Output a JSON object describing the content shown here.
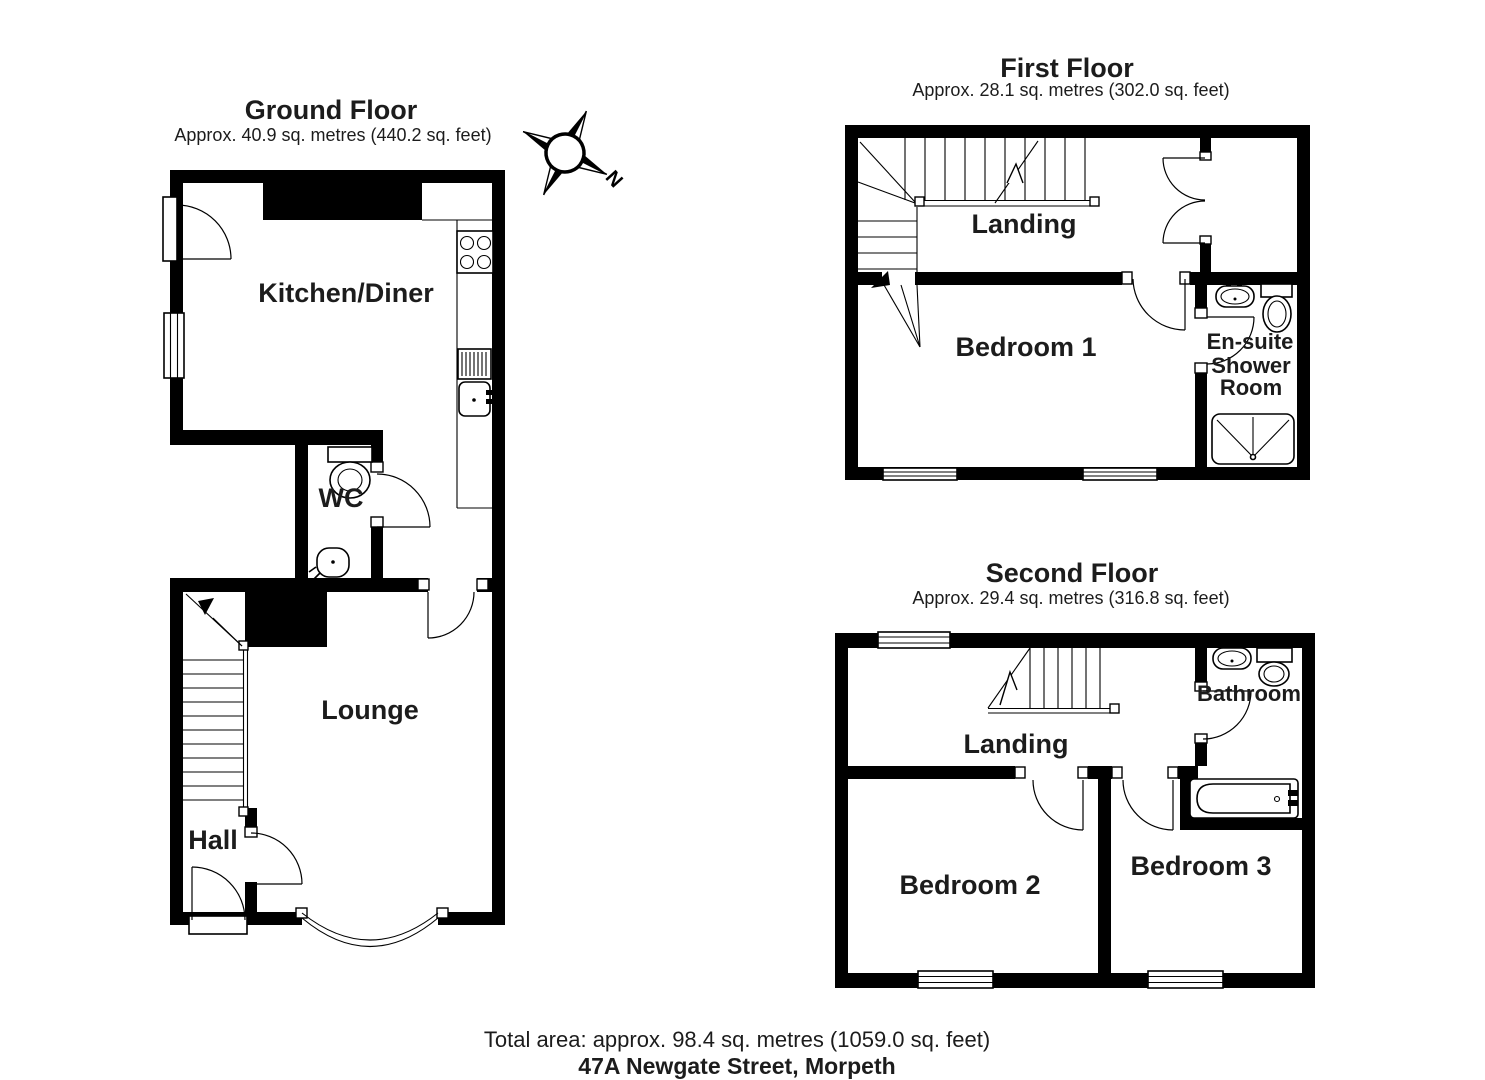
{
  "page": {
    "background": "#ffffff",
    "wall_color": "#000000",
    "text_color": "#1c1c1c"
  },
  "floors": {
    "ground": {
      "title": "Ground Floor",
      "subtitle": "Approx. 40.9 sq. metres (440.2 sq. feet)",
      "rooms": {
        "kitchen": "Kitchen/Diner",
        "wc": "WC",
        "lounge": "Lounge",
        "hall": "Hall"
      },
      "fixtures": [
        "stairs",
        "hob",
        "kitchen-sink",
        "worktop",
        "toilet",
        "hand-basin",
        "bay-window",
        "entrance-door",
        "side-door",
        "window"
      ]
    },
    "first": {
      "title": "First Floor",
      "subtitle": "Approx. 28.1 sq. metres (302.0 sq. feet)",
      "rooms": {
        "landing": "Landing",
        "bedroom1": "Bedroom 1",
        "ensuite_lines": [
          "En-suite",
          "Shower",
          "Room"
        ]
      },
      "fixtures": [
        "stairs",
        "wash-basin",
        "toilet",
        "shower",
        "cupboard-double-doors",
        "windows"
      ]
    },
    "second": {
      "title": "Second Floor",
      "subtitle": "Approx. 29.4 sq. metres (316.8 sq. feet)",
      "rooms": {
        "landing": "Landing",
        "bathroom": "Bathroom",
        "bedroom2": "Bedroom 2",
        "bedroom3": "Bedroom 3"
      },
      "fixtures": [
        "stairs",
        "wash-basin",
        "toilet",
        "bath",
        "windows"
      ]
    }
  },
  "compass": {
    "label": "N"
  },
  "footer": {
    "total_area": "Total area: approx. 98.4 sq. metres (1059.0 sq. feet)",
    "address": "47A Newgate Street, Morpeth"
  }
}
